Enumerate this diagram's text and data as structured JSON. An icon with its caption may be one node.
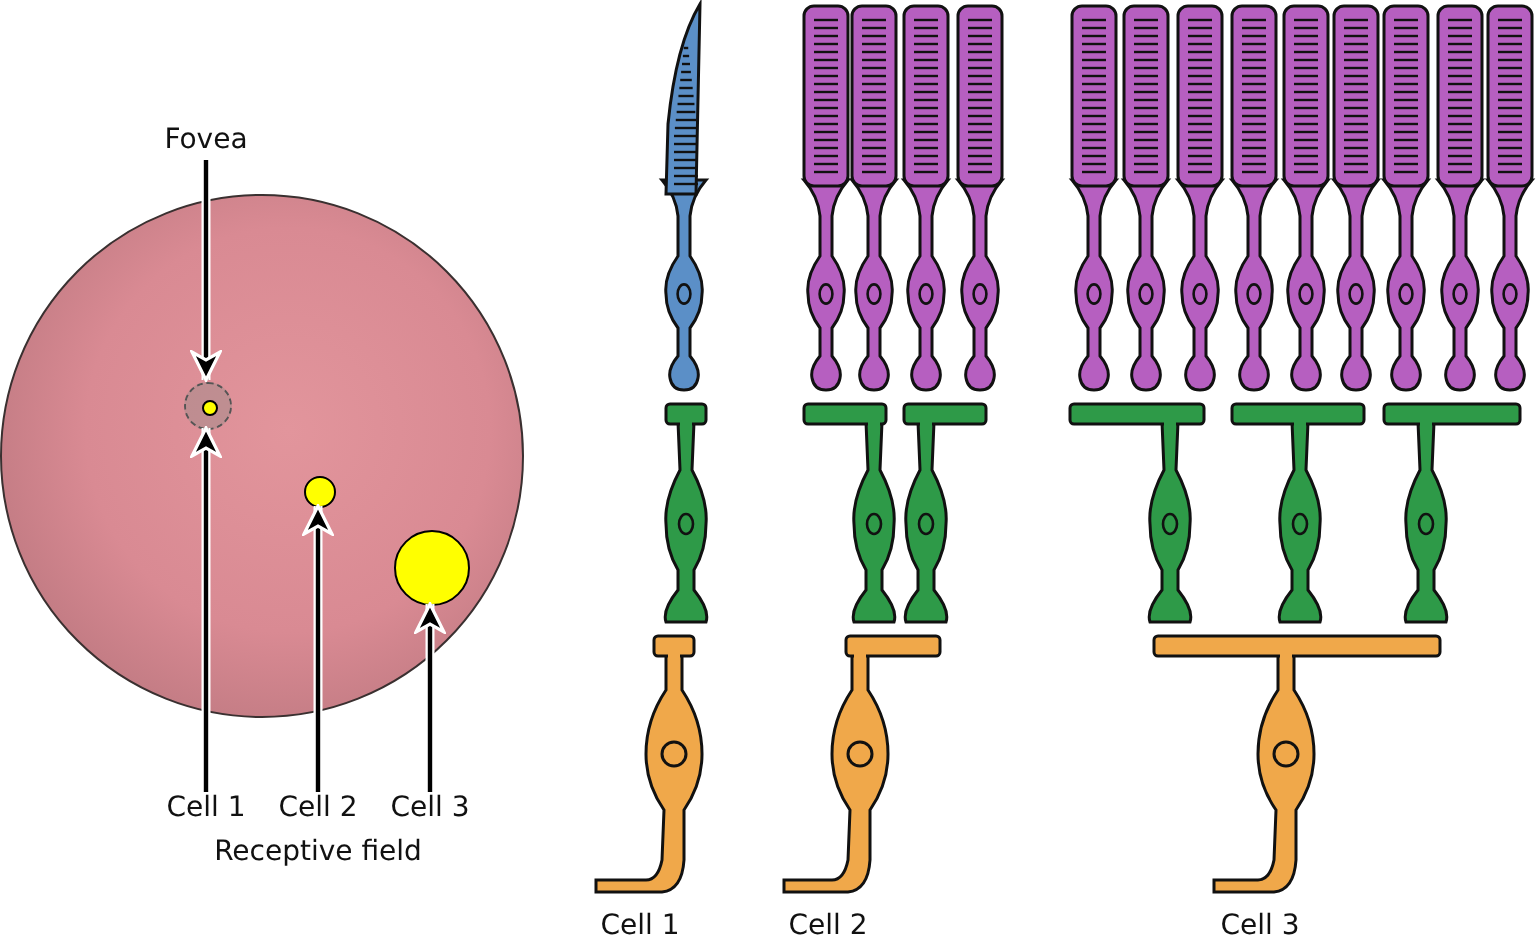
{
  "diagram": {
    "nodes": [
      {
        "text": [
          "Fovea"
        ]
      },
      {
        "text": [],
        "shape": "circle"
      },
      {
        "text": [],
        "shape": "circle",
        "in": 1
      },
      {
        "text": [],
        "shape": "circle",
        "in": 2
      },
      {
        "text": [],
        "shape": "circle",
        "in": 1
      },
      {
        "text": [],
        "shape": "circle",
        "in": 1
      },
      {
        "text": [
          "Cell 1"
        ]
      },
      {
        "text": [
          "Cell 2"
        ]
      },
      {
        "text": [
          "Cell 3"
        ]
      }
    ],
    "edges": [
      {
        "from": 0,
        "to": 2,
        "arrow": "to"
      },
      {
        "from": 6,
        "to": 2,
        "arrow": "to"
      },
      {
        "from": 7,
        "to": 4,
        "arrow": "to"
      },
      {
        "from": 8,
        "to": 5,
        "arrow": "to"
      }
    ],
    "labels": [
      "Receptive field",
      "Cell 1",
      "Cell 2",
      "Cell 3"
    ]
  }
}
